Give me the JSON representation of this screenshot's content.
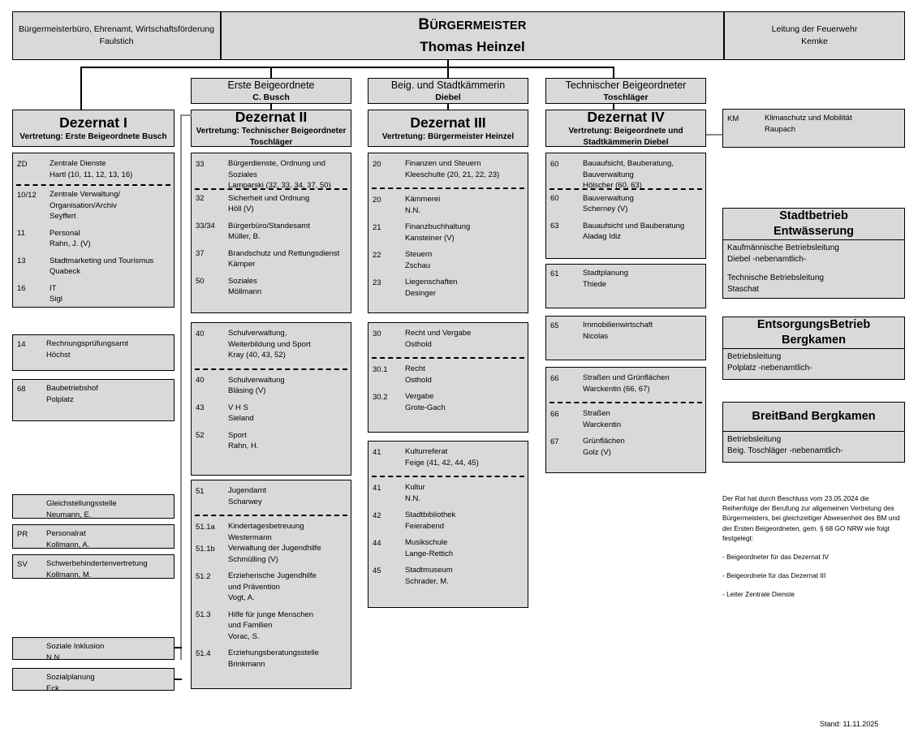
{
  "top": {
    "left_box": {
      "line1": "Bürgermeisterbüro, Ehrenamt, Wirtschaftsförderung",
      "line2": "Faulstich"
    },
    "center_box": {
      "title_cap": "B",
      "title_rest": "ÜRGERMEISTER",
      "name": "Thomas Heinzel"
    },
    "right_box": {
      "line1": "Leitung der Feuerwehr",
      "line2": "Kemke"
    }
  },
  "beigeordnete": [
    {
      "role": "Erste Beigeordnete",
      "name": "C. Busch"
    },
    {
      "role": "Beig. und Stadtkämmerin",
      "name": "Diebel"
    },
    {
      "role": "Technischer Beigeordneter",
      "name": "Toschläger"
    }
  ],
  "dezernate": [
    {
      "title": "Dezernat I",
      "deputy": "Vertretung: Erste Beigeordnete Busch"
    },
    {
      "title": "Dezernat II",
      "deputy": "Vertretung: Technischer Beigeordneter Toschläger"
    },
    {
      "title": "Dezernat III",
      "deputy": "Vertretung: Bürgermeister Heinzel"
    },
    {
      "title": "Dezernat IV",
      "deputy": "Vertretung: Beigeordnete und Stadtkämmerin Diebel"
    }
  ],
  "km_box": {
    "code": "KM",
    "line1": "Klimaschutz und Mobilität",
    "line2": "Raupach"
  },
  "col1": {
    "block_zd": {
      "head": {
        "code": "ZD",
        "lines": [
          "Zentrale Dienste",
          "Hartl (10, 11, 12, 13, 16)"
        ]
      },
      "items": [
        {
          "code": "10/12",
          "lines": [
            "Zentrale Verwaltung/",
            "Organisation/Archiv",
            "Seyffert"
          ]
        },
        {
          "code": "11",
          "lines": [
            "Personal",
            "Rahn, J. (V)"
          ]
        },
        {
          "code": "13",
          "lines": [
            "Stadtmarketing und Tourismus",
            "Quabeck"
          ]
        },
        {
          "code": "16",
          "lines": [
            "IT",
            "Sigl"
          ]
        }
      ]
    },
    "simple": [
      {
        "code": "14",
        "lines": [
          "Rechnungsprüfungsamt",
          "Höchst"
        ]
      },
      {
        "code": "68",
        "lines": [
          "Baubetriebshof",
          "Polplatz"
        ]
      },
      {
        "code": "",
        "lines": [
          "Gleichstellungsstelle",
          "Neumann, E."
        ]
      },
      {
        "code": "PR",
        "lines": [
          "Personalrat",
          "Kollmann, A."
        ]
      },
      {
        "code": "SV",
        "lines": [
          "Schwerbehindertenvertretung",
          "Kollmann, M."
        ]
      },
      {
        "code": "",
        "lines": [
          "Soziale Inklusion",
          "N.N."
        ]
      },
      {
        "code": "",
        "lines": [
          "Sozialplanung",
          "Eck"
        ]
      }
    ]
  },
  "col2": {
    "block_33": {
      "head": {
        "code": "33",
        "lines": [
          "Bürgerdienste, Ordnung und",
          "Soziales",
          "Lamparski (32, 33, 34, 37, 50)"
        ]
      },
      "items": [
        {
          "code": "32",
          "lines": [
            "Sicherheit und Ordnung",
            "Höll (V)"
          ]
        },
        {
          "code": "33/34",
          "lines": [
            "Bürgerbüro/Standesamt",
            "Müller, B."
          ]
        },
        {
          "code": "37",
          "lines": [
            "Brandschutz und Rettungsdienst",
            "Kämper"
          ]
        },
        {
          "code": "50",
          "lines": [
            "Soziales",
            "Möllmann"
          ]
        }
      ]
    },
    "block_40": {
      "head": {
        "code": "40",
        "lines": [
          "Schulverwaltung,",
          "Weiterbildung und Sport",
          "Kray (40, 43, 52)"
        ]
      },
      "items": [
        {
          "code": "40",
          "lines": [
            "Schulverwaltung",
            "Bläsing (V)"
          ]
        },
        {
          "code": "43",
          "lines": [
            "V H S",
            "Sieland"
          ]
        },
        {
          "code": "52",
          "lines": [
            "Sport",
            "Rahn, H."
          ]
        }
      ]
    },
    "block_51": {
      "head": {
        "code": "51",
        "lines": [
          "Jugendamt",
          "Scharwey"
        ]
      },
      "items": [
        {
          "code": "51.1a",
          "lines": [
            "Kindertagesbetreuung",
            "Westermann"
          ]
        },
        {
          "code": "51.1b",
          "lines": [
            "Verwaltung der Jugendhilfe",
            "Schmülling (V)"
          ]
        },
        {
          "code": "51.2",
          "lines": [
            "Erzieherische Jugendhilfe",
            "und Prävention",
            "Vogt, A."
          ]
        },
        {
          "code": "51.3",
          "lines": [
            "Hilfe für junge Menschen",
            "und Familien",
            "Vorac, S."
          ]
        },
        {
          "code": "51.4",
          "lines": [
            "Erziehungsberatungsstelle",
            "Brinkmann"
          ]
        }
      ]
    }
  },
  "col3": {
    "block_20": {
      "head": {
        "code": "20",
        "lines": [
          "Finanzen und Steuern",
          "Kleeschulte (20, 21, 22, 23)"
        ]
      },
      "items": [
        {
          "code": "20",
          "lines": [
            "Kämmerei",
            "N.N."
          ]
        },
        {
          "code": "21",
          "lines": [
            "Finanzbuchhaltung",
            "Kansteiner (V)"
          ]
        },
        {
          "code": "22",
          "lines": [
            "Steuern",
            "Zschau"
          ]
        },
        {
          "code": "23",
          "lines": [
            "Liegenschaften",
            "Desinger"
          ]
        }
      ]
    },
    "block_30": {
      "head": {
        "code": "30",
        "lines": [
          "Recht und Vergabe",
          "Osthold"
        ]
      },
      "items": [
        {
          "code": "30.1",
          "lines": [
            "Recht",
            "Osthold"
          ]
        },
        {
          "code": "30.2",
          "lines": [
            "Vergabe",
            "Grote-Gach"
          ]
        }
      ]
    },
    "block_41": {
      "head": {
        "code": "41",
        "lines": [
          "Kulturreferat",
          "Feige (41, 42, 44, 45)"
        ]
      },
      "items": [
        {
          "code": "41",
          "lines": [
            "Kultur",
            "N.N."
          ]
        },
        {
          "code": "42",
          "lines": [
            "Stadtbibliothek",
            "Feierabend"
          ]
        },
        {
          "code": "44",
          "lines": [
            "Musikschule",
            "Lange-Rettich"
          ]
        },
        {
          "code": "45",
          "lines": [
            "Stadtmuseum",
            "Schrader, M."
          ]
        }
      ]
    }
  },
  "col4": {
    "block_60": {
      "head": {
        "code": "60",
        "lines": [
          "Bauaufsicht, Bauberatung,",
          "Bauverwaltung",
          "Hölscher (60, 63)"
        ]
      },
      "items": [
        {
          "code": "60",
          "lines": [
            "Bauverwaltung",
            "Scherney (V)"
          ]
        },
        {
          "code": "63",
          "lines": [
            "Bauaufsicht und Bauberatung",
            "Aladag Idiz"
          ]
        }
      ]
    },
    "simple": [
      {
        "code": "61",
        "lines": [
          "Stadtplanung",
          "Thiede"
        ]
      },
      {
        "code": "65",
        "lines": [
          "Immobilienwirtschaft",
          "Nicolas"
        ]
      }
    ],
    "block_66": {
      "head": {
        "code": "66",
        "lines": [
          "Straßen und Grünflächen",
          "Warckentin (66, 67)"
        ]
      },
      "items": [
        {
          "code": "66",
          "lines": [
            "Straßen",
            "Warckentin"
          ]
        },
        {
          "code": "67",
          "lines": [
            "Grünflächen",
            "Golz (V)"
          ]
        }
      ]
    }
  },
  "betriebe": [
    {
      "title_line1": "Stadtbetrieb",
      "title_line2": "Entwässerung",
      "body": [
        "Kaufmännische Betriebsleitung",
        "Diebel -nebenamtlich-",
        "",
        "Technische Betriebsleitung",
        "Staschat"
      ]
    },
    {
      "title_line1": "EntsorgungsBetrieb",
      "title_line2": "Bergkamen",
      "body": [
        "Betriebsleitung",
        "Polplatz -nebenamtlich-"
      ]
    },
    {
      "title_line1": "BreitBand Bergkamen",
      "title_line2": "",
      "body": [
        "Betriebsleitung",
        "Beig. Toschläger -nebenamtlich-"
      ]
    }
  ],
  "note": {
    "paragraph": [
      "Der Rat hat durch Beschluss vom 23.05.2024 die",
      "Reihenfolge der Berufung zur allgemeinen Vertretung des",
      "Bürgermeisters, bei gleichzeitiger Abwesenheit des BM und",
      "der Ersten Beigeordneten, gem. § 68 GO NRW wie folgt",
      "festgelegt:"
    ],
    "items": [
      "- Beigeordneter für das Dezernat IV",
      "- Beigeordnete für das Dezernat III",
      "- Leiter Zentrale Dienste"
    ]
  },
  "stand": "Stand: 11.11.2025"
}
